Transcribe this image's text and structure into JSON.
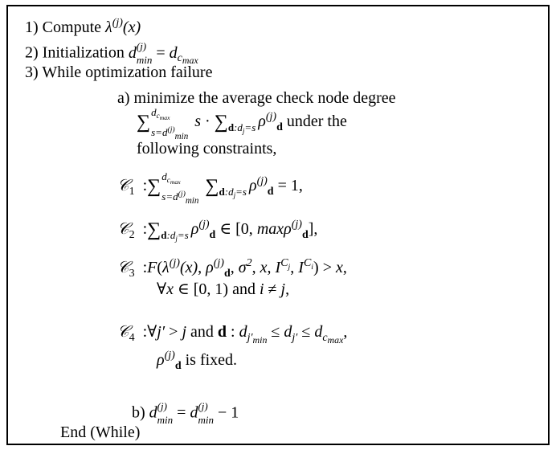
{
  "steps": {
    "s1": "1)",
    "s1_text": "Compute",
    "s2": "2)",
    "s2_text": "Initialization",
    "s3": "3)",
    "s3_text": "While optimization failure",
    "a": "a)",
    "a_text1": "minimize the average check node degree",
    "a_text2": "under the",
    "a_text3": "following constraints,",
    "c3_line2_and": "and",
    "c4_and": "and",
    "c4_fixed": "is fixed.",
    "b": "b)",
    "end": "End (While)"
  }
}
